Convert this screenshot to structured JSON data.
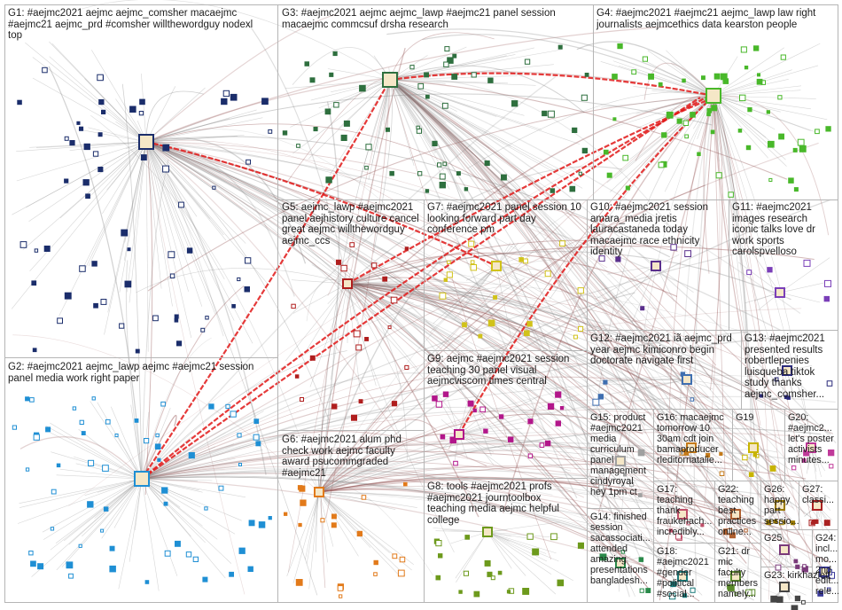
{
  "groups": [
    {
      "id": "G1",
      "label": "G1: #aejmc2021 aejmc aejmc_comsher macaejmc\n#aejmc21 aejmc_prd #comsher willthewordguy nodexl\ntop",
      "nodes": [
        {
          "id": "ahiguchi"
        },
        {
          "id": "jennifergreer"
        },
        {
          "id": "aejmc"
        },
        {
          "id": "kerrydalton"
        },
        {
          "id": "comsher"
        },
        {
          "id": "joehill"
        }
      ]
    },
    {
      "id": "G2",
      "label": "G2: #aejmc2021 aejmc_lawp aejmc #aejmc21 session\npanel media work right paper",
      "nodes": [
        {
          "id": "aejmc_lawp"
        },
        {
          "id": "dnewbold"
        },
        {
          "id": "mediaprof"
        },
        {
          "id": "gjournalism"
        },
        {
          "id": "kdjamieson"
        }
      ]
    },
    {
      "id": "G3",
      "label": "G3: #aejmc2021 aejmc aejmc_lawp #aejmc21 panel session\nmacaejmc commcsuf drsha research",
      "nodes": [
        {
          "id": "macaejmc"
        },
        {
          "id": "commcsuf"
        },
        {
          "id": "drsha"
        },
        {
          "id": "professorb"
        },
        {
          "id": "joneshall"
        }
      ]
    },
    {
      "id": "G4",
      "label": "G4: #aejmc2021 #aejmc21 aejmc_lawp law right\njournalists aejmcethics data kearston people",
      "nodes": [
        {
          "id": "kearston"
        },
        {
          "id": "aejmcethics"
        },
        {
          "id": "lawprof"
        },
        {
          "id": "dataj"
        }
      ]
    },
    {
      "id": "G5",
      "label": "G5: aejmc_lawp #aejmc2021\npanel aejhistory culture cancel\ngreat aejmc willthewordguy\naejmc_ccs",
      "nodes": [
        {
          "id": "willthewordguy"
        },
        {
          "id": "aejhistory"
        },
        {
          "id": "aejmc_ccs"
        }
      ]
    },
    {
      "id": "G6",
      "label": "G6: #aejmc2021 alum phd\ncheck work aejmc faculty\naward psucommgraded\n#aejmc21",
      "nodes": [
        {
          "id": "psucommgraded"
        },
        {
          "id": "alumphd"
        }
      ]
    },
    {
      "id": "G7",
      "label": "G7: #aejmc2021 panel session 10\nlooking forward part day\nconference pm",
      "nodes": [
        {
          "id": "g7a"
        },
        {
          "id": "g7b"
        }
      ]
    },
    {
      "id": "G8",
      "label": "G8: tools #aejmc2021 profs\n#aejmc2021 journtoolbox\nteaching media aejmc helpful\ncollege",
      "nodes": [
        {
          "id": "journtoolbox"
        }
      ]
    },
    {
      "id": "G9",
      "label": "G9: aejmc #aejmc2021 session\nteaching 30 panel visual\naejmcviscom times central",
      "nodes": [
        {
          "id": "aejmcviscom"
        }
      ]
    },
    {
      "id": "G10",
      "label": "G10: #aejmc2021 session\namara_media jretis\nlauracastaneda today\nmacaejmc race ethnicity\nidentity",
      "nodes": [
        {
          "id": "amara_media"
        }
      ]
    },
    {
      "id": "G11",
      "label": "G11: #aejmc2021\nimages research\niconic talks love dr\nwork sports\ncarolspvelloso",
      "nodes": [
        {
          "id": "carolspvelloso"
        }
      ]
    },
    {
      "id": "G12",
      "label": "G12: #aejmc2021 iã aejmc_prd\nyear aejmc kimiconro begin\ndoctorate navigate first",
      "nodes": [
        {
          "id": "kimiconro"
        }
      ]
    },
    {
      "id": "G13",
      "label": "G13: #aejmc2021\npresented results\nrobertlepenies\nluisqueba tiktok\nstudy thanks\naejmc_comsher...",
      "nodes": [
        {
          "id": "robertlepenies"
        }
      ]
    },
    {
      "id": "G14",
      "label": "G14: finished\nsession\nsacassociati...\nattended\namazing\npresentations\nbangladesh...",
      "nodes": []
    },
    {
      "id": "G15",
      "label": "G15: product\n#aejmc2021\nmedia\ncurriculum\npanel\nmanagement\ncindyroyal\nhey 1pm ct",
      "nodes": []
    },
    {
      "id": "G16",
      "label": "G16: macaejmc\ntomorrow 10\n30am cdt join\nbamaproducer\nrleditornatalie...",
      "nodes": []
    },
    {
      "id": "G17",
      "label": "G17:\nteaching\nthank\nfraukehach...\nincredibly...",
      "nodes": []
    },
    {
      "id": "G18",
      "label": "G18:\n#aejmc2021\n#gender\n#political\n#social...",
      "nodes": []
    },
    {
      "id": "G19",
      "label": "G19",
      "nodes": []
    },
    {
      "id": "G20",
      "label": "G20:\n#aejmc2...\nlet's poster\nactivists\nminutes...",
      "nodes": []
    },
    {
      "id": "G21",
      "label": "G21: dr\nmic\nfaculty\nmembers\nnamely...",
      "nodes": []
    },
    {
      "id": "G22",
      "label": "G22:\nteaching\nbest\npractices\nonline...",
      "nodes": []
    },
    {
      "id": "G23",
      "label": "G23: kirkhazlett",
      "nodes": []
    },
    {
      "id": "G24",
      "label": "G24:\nincl...\nmo...\n2nd\nedit...\nrele...",
      "nodes": []
    },
    {
      "id": "G25",
      "label": "G25",
      "nodes": []
    },
    {
      "id": "G26",
      "label": "G26:\nhappy\npart\nsessio...",
      "nodes": []
    },
    {
      "id": "G27",
      "label": "G27:\nclassi...",
      "nodes": []
    }
  ],
  "colors": {
    "frame": "#b5b5b5",
    "edge_gray": "#8a8a8a",
    "edge_brown": "#8e4a4a",
    "edge_red": "#e01818",
    "G1": "#1b2d6b",
    "G2": "#1f8fd4",
    "G3": "#2e6f3e",
    "G4": "#49b82a",
    "G5": "#b01e1e",
    "G6": "#e27a1a",
    "G7": "#d1c21a",
    "G8": "#6d9a1c",
    "G9": "#b2168a",
    "G10": "#5a2f8c",
    "G11": "#7a3fb8",
    "G12": "#3f6fb0",
    "G13": "#2a2a7a",
    "G14": "#2a8a4a",
    "G15": "#a0a0a0",
    "G16": "#c47a1a",
    "G17": "#c0506a",
    "G18": "#1a7a7a",
    "G19": "#c8b400",
    "G20": "#c03a9a",
    "G21": "#5a8a2a",
    "G22": "#b06030",
    "G23": "#444444",
    "G24": "#3a3a9a",
    "G25": "#7a3a7a",
    "G26": "#9a7a00",
    "G27": "#aa2222"
  },
  "legend": {
    "type": "nodexl_group_layout",
    "shapes": "square-nodes-with-profile-images"
  }
}
